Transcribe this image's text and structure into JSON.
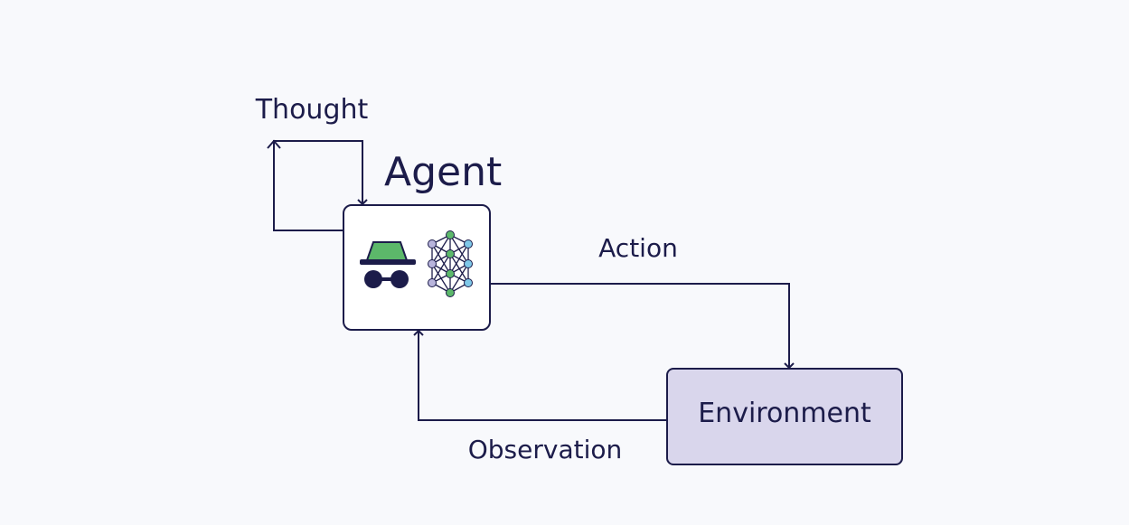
{
  "labels": {
    "thought": "Thought",
    "agent": "Agent",
    "action": "Action",
    "environment": "Environment",
    "observation": "Observation"
  },
  "colors": {
    "background": "#f8f9fc",
    "ink": "#1c1c4a",
    "agent_box_fill": "#ffffff",
    "environment_box_fill": "#d9d6ec",
    "hat_band": "#5cb86a",
    "node_green": "#5cb86a",
    "node_blue": "#7fc8e8",
    "node_lavender": "#b8b4dc"
  },
  "icons": {
    "agent_spy": "spy-icon",
    "agent_network": "neural-network-icon"
  }
}
